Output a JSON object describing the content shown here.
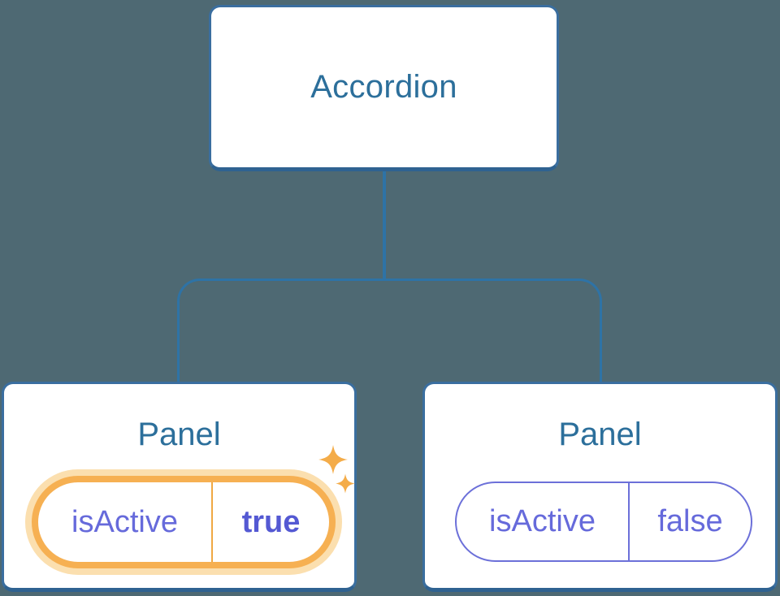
{
  "diagram": {
    "root": {
      "label": "Accordion"
    },
    "children": [
      {
        "label": "Panel",
        "state": {
          "key": "isActive",
          "value": "true"
        },
        "highlighted": true,
        "decoration": "sparkles-icon"
      },
      {
        "label": "Panel",
        "state": {
          "key": "isActive",
          "value": "false"
        },
        "highlighted": false,
        "decoration": null
      }
    ]
  },
  "colors": {
    "background": "#4E6973",
    "card_fill": "#FFFFFF",
    "card_border": "#3A6E9F",
    "card_border_bottom": "#2F6291",
    "connector_line": "#2E73A6",
    "title_text": "#2C6F9B",
    "state_key_text": "#666ADB",
    "state_value_active_text": "#5459D3",
    "active_pill_border": "#F6B052",
    "active_pill_glow": "#FBDFAF",
    "active_pill_divider": "#F0A843",
    "inactive_pill_border": "#6C70D9",
    "sparkle": "#F4AC49"
  }
}
